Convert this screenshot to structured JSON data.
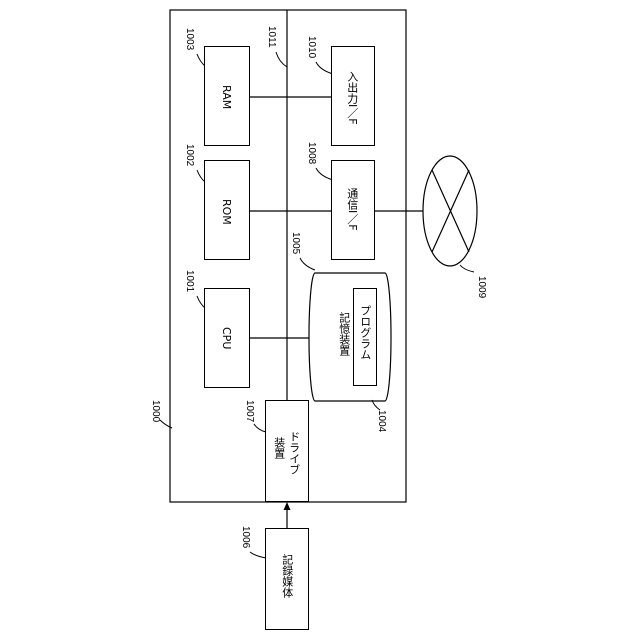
{
  "refs": {
    "computer": "1000",
    "cpu": "1001",
    "rom": "1002",
    "ram": "1003",
    "program": "1004",
    "storage": "1005",
    "recording_medium": "1006",
    "drive": "1007",
    "comm_if": "1008",
    "network": "1009",
    "io_if": "1010",
    "bus": "1011"
  },
  "labels": {
    "cpu": "CPU",
    "rom": "ROM",
    "ram": "RAM",
    "io_if": "入出力I／F",
    "comm_if": "通信I／F",
    "storage": "記憶装置",
    "program": "プログラム",
    "drive_line1": "ドライブ",
    "drive_line2": "装置",
    "recording_medium": "記録媒体"
  }
}
